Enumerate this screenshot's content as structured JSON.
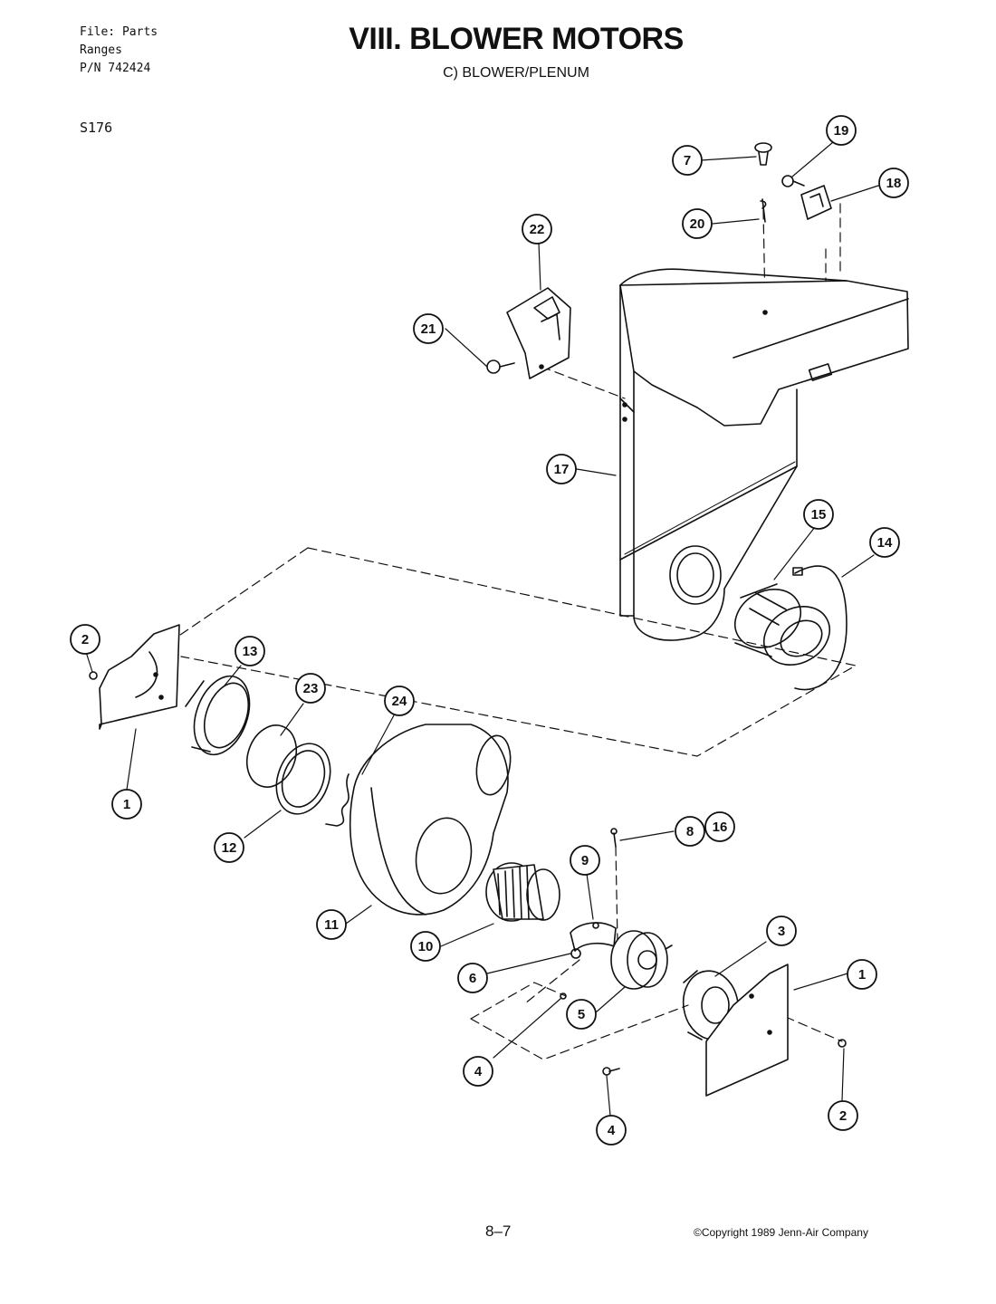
{
  "header": {
    "file_lines": [
      "File: Parts",
      "Ranges",
      "P/N 742424"
    ],
    "sheet_code": "S176",
    "title": "VIII. BLOWER MOTORS",
    "subtitle": "C) BLOWER/PLENUM"
  },
  "footer": {
    "page_number": "8–7",
    "copyright": "©Copyright 1989 Jenn-Air Company"
  },
  "callouts": [
    {
      "id": "c7",
      "label": "7"
    },
    {
      "id": "c19",
      "label": "19"
    },
    {
      "id": "c18",
      "label": "18"
    },
    {
      "id": "c20",
      "label": "20"
    },
    {
      "id": "c22",
      "label": "22"
    },
    {
      "id": "c21",
      "label": "21"
    },
    {
      "id": "c17",
      "label": "17"
    },
    {
      "id": "c15",
      "label": "15"
    },
    {
      "id": "c14",
      "label": "14"
    },
    {
      "id": "c2a",
      "label": "2"
    },
    {
      "id": "c13",
      "label": "13"
    },
    {
      "id": "c23",
      "label": "23"
    },
    {
      "id": "c24",
      "label": "24"
    },
    {
      "id": "c1a",
      "label": "1"
    },
    {
      "id": "c12",
      "label": "12"
    },
    {
      "id": "c8",
      "label": "8"
    },
    {
      "id": "c16",
      "label": "16"
    },
    {
      "id": "c9",
      "label": "9"
    },
    {
      "id": "c11",
      "label": "11"
    },
    {
      "id": "c10",
      "label": "10"
    },
    {
      "id": "c3",
      "label": "3"
    },
    {
      "id": "c1b",
      "label": "1"
    },
    {
      "id": "c6",
      "label": "6"
    },
    {
      "id": "c5",
      "label": "5"
    },
    {
      "id": "c4a",
      "label": "4"
    },
    {
      "id": "c2b",
      "label": "2"
    },
    {
      "id": "c4b",
      "label": "4"
    }
  ]
}
